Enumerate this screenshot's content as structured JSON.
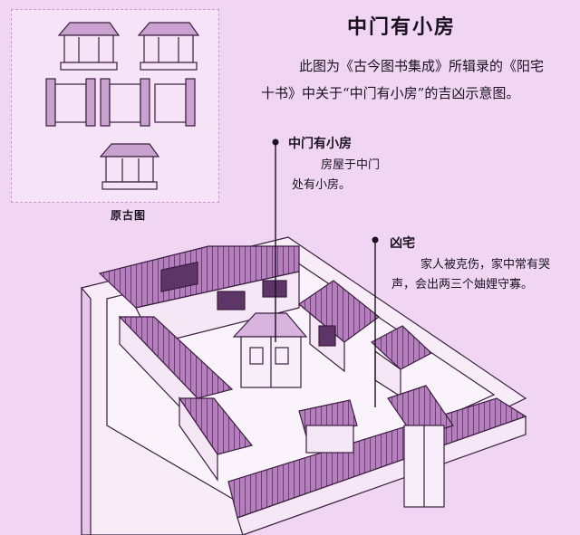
{
  "title": "中门有小房",
  "description": {
    "line1": "此图为《古今图书集成》所辑录的《阳宅",
    "line2": "十书》中关于“中门有小房”的吉凶示意图。"
  },
  "inset": {
    "caption": "原古图"
  },
  "labels": {
    "small_room": {
      "heading": "中门有小房",
      "text_line1": "房屋于中门",
      "text_line2": "处有小房。"
    },
    "ominous": {
      "heading": "凶宅",
      "text_line1": "家人被克伤，家中常有哭",
      "text_line2": "声，会出两三个妯娌守寡。"
    }
  },
  "colors": {
    "background": "#f0d6f3",
    "line": "#3a1e3f",
    "roof": "#6b3a73",
    "roof_light": "#b57fbe"
  }
}
